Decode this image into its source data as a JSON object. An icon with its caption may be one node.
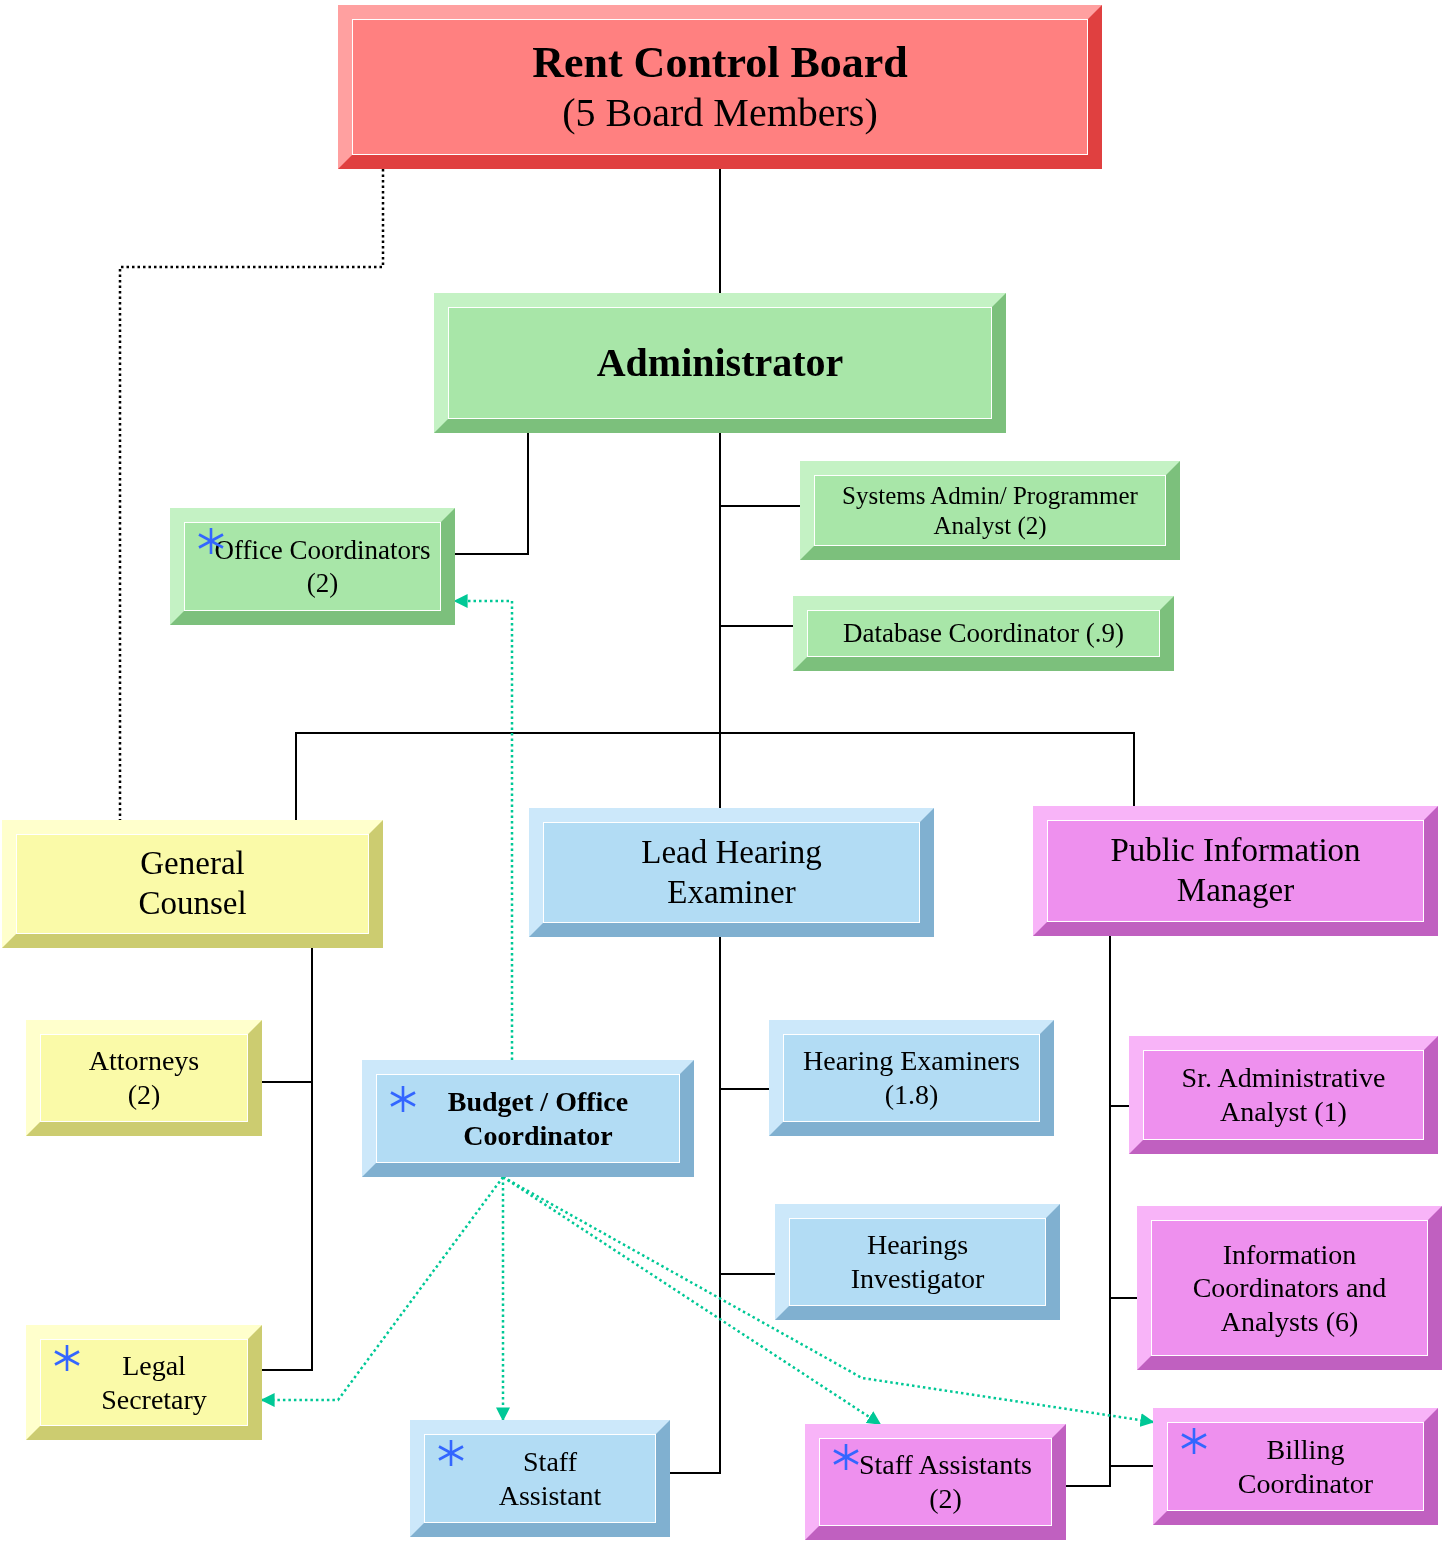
{
  "diagram": {
    "nodes": [
      {
        "text": [
          "Rent Control Board",
          "(5 Board Members)"
        ]
      },
      {
        "text": [
          "Administrator"
        ]
      },
      {
        "text": [
          "Office Coordinators (2)"
        ]
      },
      {
        "text": [
          "Systems Admin/ Programmer Analyst (2)"
        ]
      },
      {
        "text": [
          "Database Coordinator (.9)"
        ]
      },
      {
        "text": [
          "General Counsel"
        ]
      },
      {
        "text": [
          "Lead Hearing Examiner"
        ]
      },
      {
        "text": [
          "Public Information Manager"
        ]
      },
      {
        "text": [
          "Attorneys (2)"
        ]
      },
      {
        "text": [
          "Budget / Office Coordinator"
        ]
      },
      {
        "text": [
          "Hearing Examiners (1.8)"
        ]
      },
      {
        "text": [
          "Sr. Administrative Analyst (1)"
        ]
      },
      {
        "text": [
          "Hearings Investigator"
        ]
      },
      {
        "text": [
          "Information Coordinators and Analysts (6)"
        ]
      },
      {
        "text": [
          "Legal Secretary"
        ]
      },
      {
        "text": [
          "Staff Assistant"
        ]
      },
      {
        "text": [
          "Staff Assistants (2)"
        ]
      },
      {
        "text": [
          "Billing Coordinator"
        ]
      }
    ],
    "edges": [
      {
        "from": 0,
        "to": 1,
        "arrow": "none"
      },
      {
        "from": 1,
        "to": 2,
        "arrow": "none"
      },
      {
        "from": 1,
        "to": 3,
        "arrow": "none"
      },
      {
        "from": 1,
        "to": 4,
        "arrow": "none"
      },
      {
        "from": 1,
        "to": 5,
        "arrow": "none"
      },
      {
        "from": 1,
        "to": 6,
        "arrow": "none"
      },
      {
        "from": 1,
        "to": 7,
        "arrow": "none"
      },
      {
        "from": 0,
        "to": 5,
        "arrow": "none",
        "style": "dashed"
      },
      {
        "from": 5,
        "to": 8,
        "arrow": "none"
      },
      {
        "from": 5,
        "to": 14,
        "arrow": "none"
      },
      {
        "from": 6,
        "to": 10,
        "arrow": "none"
      },
      {
        "from": 6,
        "to": 12,
        "arrow": "none"
      },
      {
        "from": 6,
        "to": 15,
        "arrow": "none"
      },
      {
        "from": 7,
        "to": 11,
        "arrow": "none"
      },
      {
        "from": 7,
        "to": 13,
        "arrow": "none"
      },
      {
        "from": 7,
        "to": 16,
        "arrow": "none"
      },
      {
        "from": 7,
        "to": 17,
        "arrow": "none"
      },
      {
        "from": 9,
        "to": 2,
        "arrow": "to",
        "style": "dashed",
        "color": "#00c896"
      },
      {
        "from": 9,
        "to": 14,
        "arrow": "to",
        "style": "dashed",
        "color": "#00c896"
      },
      {
        "from": 9,
        "to": 15,
        "arrow": "to",
        "style": "dashed",
        "color": "#00c896"
      },
      {
        "from": 9,
        "to": 16,
        "arrow": "to",
        "style": "dashed",
        "color": "#00c896"
      },
      {
        "from": 9,
        "to": 17,
        "arrow": "to",
        "style": "dashed",
        "color": "#00c896"
      }
    ]
  }
}
